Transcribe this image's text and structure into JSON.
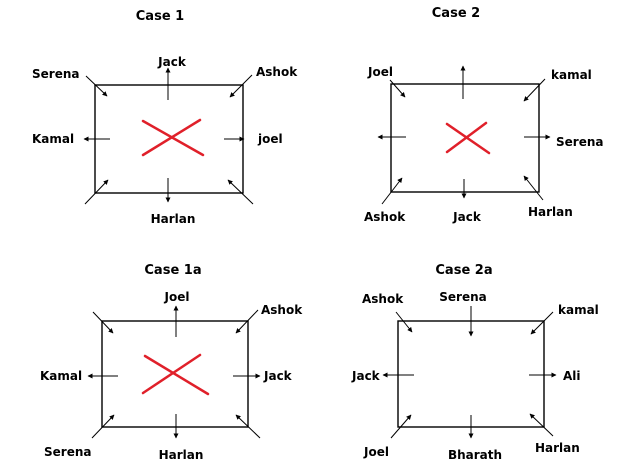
{
  "diagrams": [
    {
      "title": "Case 1",
      "labels": {
        "top": "Jack",
        "top_left": "Serena",
        "top_right": "Ashok",
        "left": "Kamal",
        "right": "joel",
        "bottom": "Harlan"
      },
      "crossed": true
    },
    {
      "title": "Case 2",
      "labels": {
        "top_left": "Joel",
        "top_right": "kamal",
        "right": "Serena",
        "bottom_left": "Ashok",
        "bottom": "Jack",
        "bottom_right": "Harlan"
      },
      "crossed": true
    },
    {
      "title": "Case 1a",
      "labels": {
        "top": "Joel",
        "top_right": "Ashok",
        "left": "Kamal",
        "right": "Jack",
        "bottom_left": "Serena",
        "bottom": "Harlan"
      },
      "crossed": true
    },
    {
      "title": "Case 2a",
      "labels": {
        "top_left": "Ashok",
        "top": "Serena",
        "top_right": "kamal",
        "left": "Jack",
        "right": "Ali",
        "bottom_left": "Joel",
        "bottom": "Bharath",
        "bottom_right": "Harlan"
      },
      "crossed": false
    }
  ],
  "colors": {
    "cross": "#e0202a",
    "lines": "#000000"
  }
}
